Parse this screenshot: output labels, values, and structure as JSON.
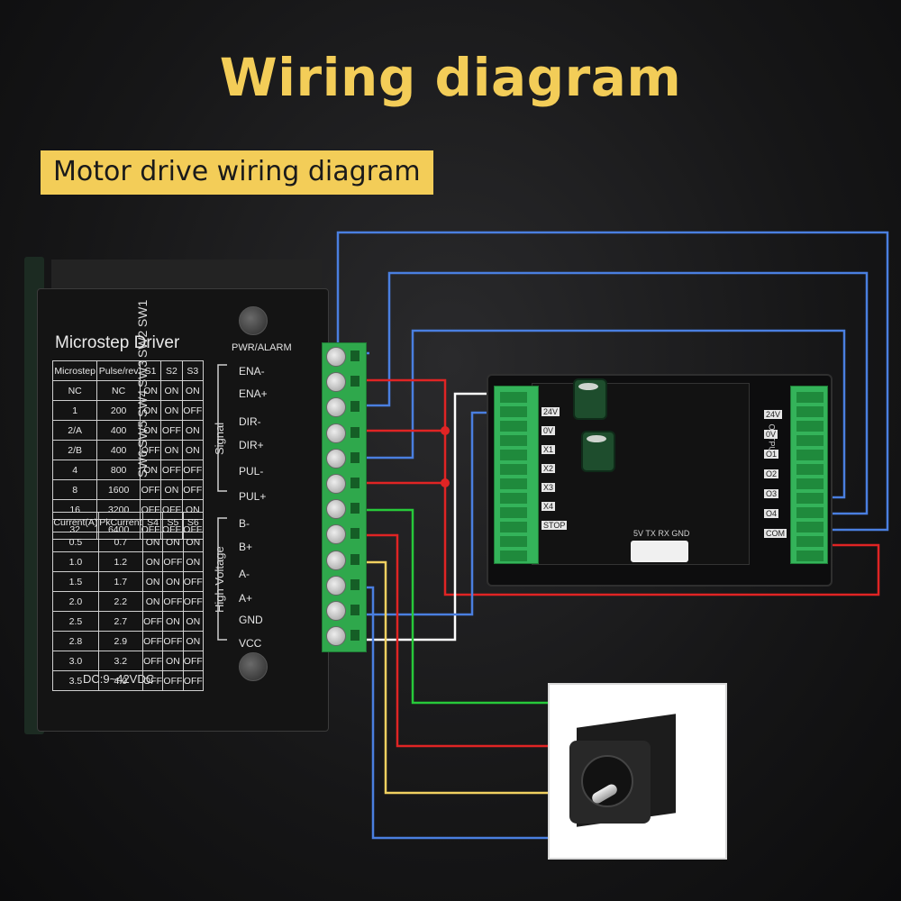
{
  "title": "Wiring diagram",
  "subtitle": "Motor drive wiring diagram",
  "driver": {
    "name": "Microstep Driver",
    "sw_labels": [
      "SW6",
      "SW5",
      "SW4",
      "SW3",
      "SW2",
      "SW1"
    ],
    "pwr_label": "PWR/ALARM",
    "voltage": "DC:9~42VDC",
    "signal_label": "Signal",
    "hv_label": "High Voltage",
    "pins": [
      "ENA-",
      "ENA+",
      "DIR-",
      "DIR+",
      "PUL-",
      "PUL+",
      "B-",
      "B+",
      "A-",
      "A+",
      "GND",
      "VCC"
    ]
  },
  "microstep_table": {
    "headers": [
      "Microstep",
      "Pulse/rev",
      "S1",
      "S2",
      "S3"
    ],
    "rows": [
      [
        "NC",
        "NC",
        "ON",
        "ON",
        "ON"
      ],
      [
        "1",
        "200",
        "ON",
        "ON",
        "OFF"
      ],
      [
        "2/A",
        "400",
        "ON",
        "OFF",
        "ON"
      ],
      [
        "2/B",
        "400",
        "OFF",
        "ON",
        "ON"
      ],
      [
        "4",
        "800",
        "ON",
        "OFF",
        "OFF"
      ],
      [
        "8",
        "1600",
        "OFF",
        "ON",
        "OFF"
      ],
      [
        "16",
        "3200",
        "OFF",
        "OFF",
        "ON"
      ],
      [
        "32",
        "6400",
        "OFF",
        "OFF",
        "OFF"
      ]
    ]
  },
  "current_table": {
    "headers": [
      "Current(A)",
      "PkCurrent",
      "S4",
      "S5",
      "S6"
    ],
    "rows": [
      [
        "0.5",
        "0.7",
        "ON",
        "ON",
        "ON"
      ],
      [
        "1.0",
        "1.2",
        "ON",
        "OFF",
        "ON"
      ],
      [
        "1.5",
        "1.7",
        "ON",
        "ON",
        "OFF"
      ],
      [
        "2.0",
        "2.2",
        "ON",
        "OFF",
        "OFF"
      ],
      [
        "2.5",
        "2.7",
        "OFF",
        "ON",
        "ON"
      ],
      [
        "2.8",
        "2.9",
        "OFF",
        "OFF",
        "ON"
      ],
      [
        "3.0",
        "3.2",
        "OFF",
        "ON",
        "OFF"
      ],
      [
        "3.5",
        "4.0",
        "OFF",
        "OFF",
        "OFF"
      ]
    ]
  },
  "plc": {
    "left_labels": [
      "24V",
      "0V",
      "X1",
      "X2",
      "X3",
      "X4",
      "STOP"
    ],
    "right_labels": [
      "24V",
      "0V",
      "O1",
      "O2",
      "O3",
      "O4",
      "COM"
    ],
    "connector_labels": [
      "5V",
      "TX",
      "RX",
      "GND"
    ],
    "output_label": "OUTPUT"
  },
  "colors": {
    "title": "#f3cd58",
    "blue": "#4a7fe0",
    "red": "#e02424",
    "white": "#ffffff",
    "green": "#27c93a",
    "yellow": "#f0d060"
  }
}
